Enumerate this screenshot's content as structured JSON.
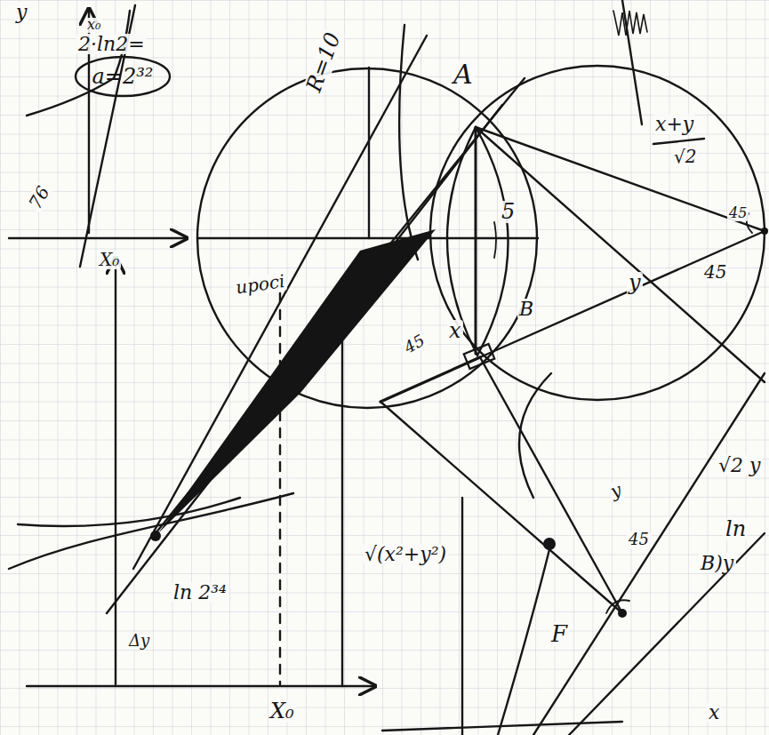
{
  "diagram": {
    "nodes": [
      {
        "text": [
          "a=2³²"
        ]
      }
    ],
    "labels": [
      "y",
      "x₀",
      "2·ln2=",
      "76",
      "X₀",
      "R=10",
      "A",
      "x+y",
      "√2",
      "45",
      "45",
      "5",
      "B",
      "y",
      "x",
      "45",
      "√(x²+y²)",
      "y",
      "45",
      "F",
      "√2 y",
      "ln",
      "В)у",
      "ln 2³⁴",
      "Δy",
      "X₀",
      "x",
      "upoci"
    ]
  }
}
